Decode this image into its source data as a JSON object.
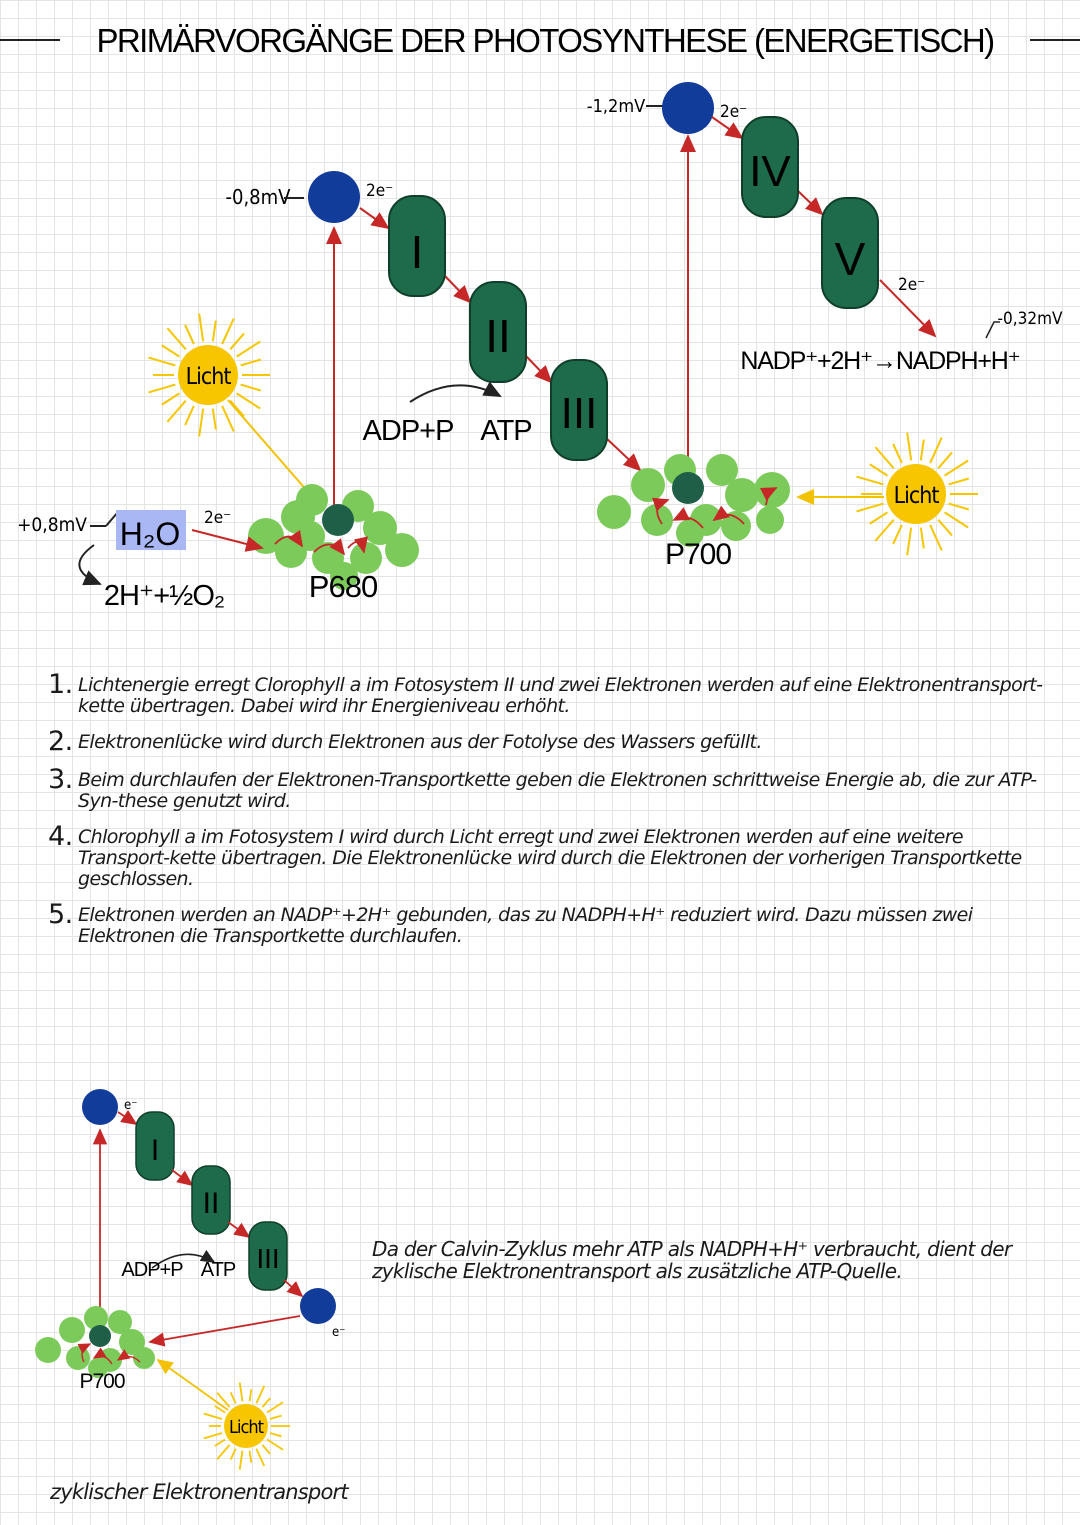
{
  "title": "PRIMÄRVORGÄNGE DER PHOTOSYNTHESE (ENERGETISCH)",
  "labels": {
    "potential_minus_08": "-0,8mV",
    "potential_minus_12": "-1,2mV",
    "potential_plus_08": "+0,8mV",
    "potential_minus_032": "-0,32mV",
    "two_electrons": "2e⁻",
    "electron": "e⁻",
    "licht": "Licht",
    "water": "H₂O",
    "water_products": "2H⁺+½O₂",
    "p680": "P680",
    "p700": "P700",
    "adp_p": "ADP+P",
    "atp": "ATP",
    "nadp_reaction": "NADP⁺+2H⁺→NADPH+H⁺"
  },
  "complexes": [
    "I",
    "II",
    "III",
    "IV",
    "V"
  ],
  "notes": [
    {
      "num": "1.",
      "text": "Lichtenergie erregt Clorophyll a im Fotosystem II und zwei Elektronen werden auf eine Elektronentransport-kette übertragen. Dabei wird ihr Energieniveau erhöht."
    },
    {
      "num": "2.",
      "text": "Elektronenlücke wird durch Elektronen aus der Fotolyse des Wassers gefüllt."
    },
    {
      "num": "3.",
      "text": "Beim durchlaufen der Elektronen-Transportkette geben die Elektronen schrittweise Energie ab, die zur ATP-Syn-these genutzt wird."
    },
    {
      "num": "4.",
      "text": "Chlorophyll a im Fotosystem I wird durch Licht erregt und zwei Elektronen werden auf eine weitere Transport-kette übertragen. Die Elektronenlücke wird durch die Elektronen der vorherigen Transportkette geschlossen."
    },
    {
      "num": "5.",
      "text": "Elektronen werden an NADP⁺+2H⁺ gebunden, das zu NADPH+H⁺ reduziert wird. Dazu müssen zwei Elektronen die Transportkette durchlaufen."
    }
  ],
  "side_note": "Da der Calvin-Zyklus mehr ATP als NADPH+H⁺ verbraucht, dient der zyklische Elektronentransport als zusätzliche ATP-Quelle.",
  "caption": "zyklischer Elektronentransport",
  "colors": {
    "complex_fill": "#1d6b4a",
    "electron_blue": "#123c9a",
    "chlorophyll_green": "#7ccb5a",
    "reaction_center": "#1f5f48",
    "arrow_red": "#c62828",
    "sun_yellow": "#f7c600",
    "water_highlight": "#a9b7f5"
  }
}
